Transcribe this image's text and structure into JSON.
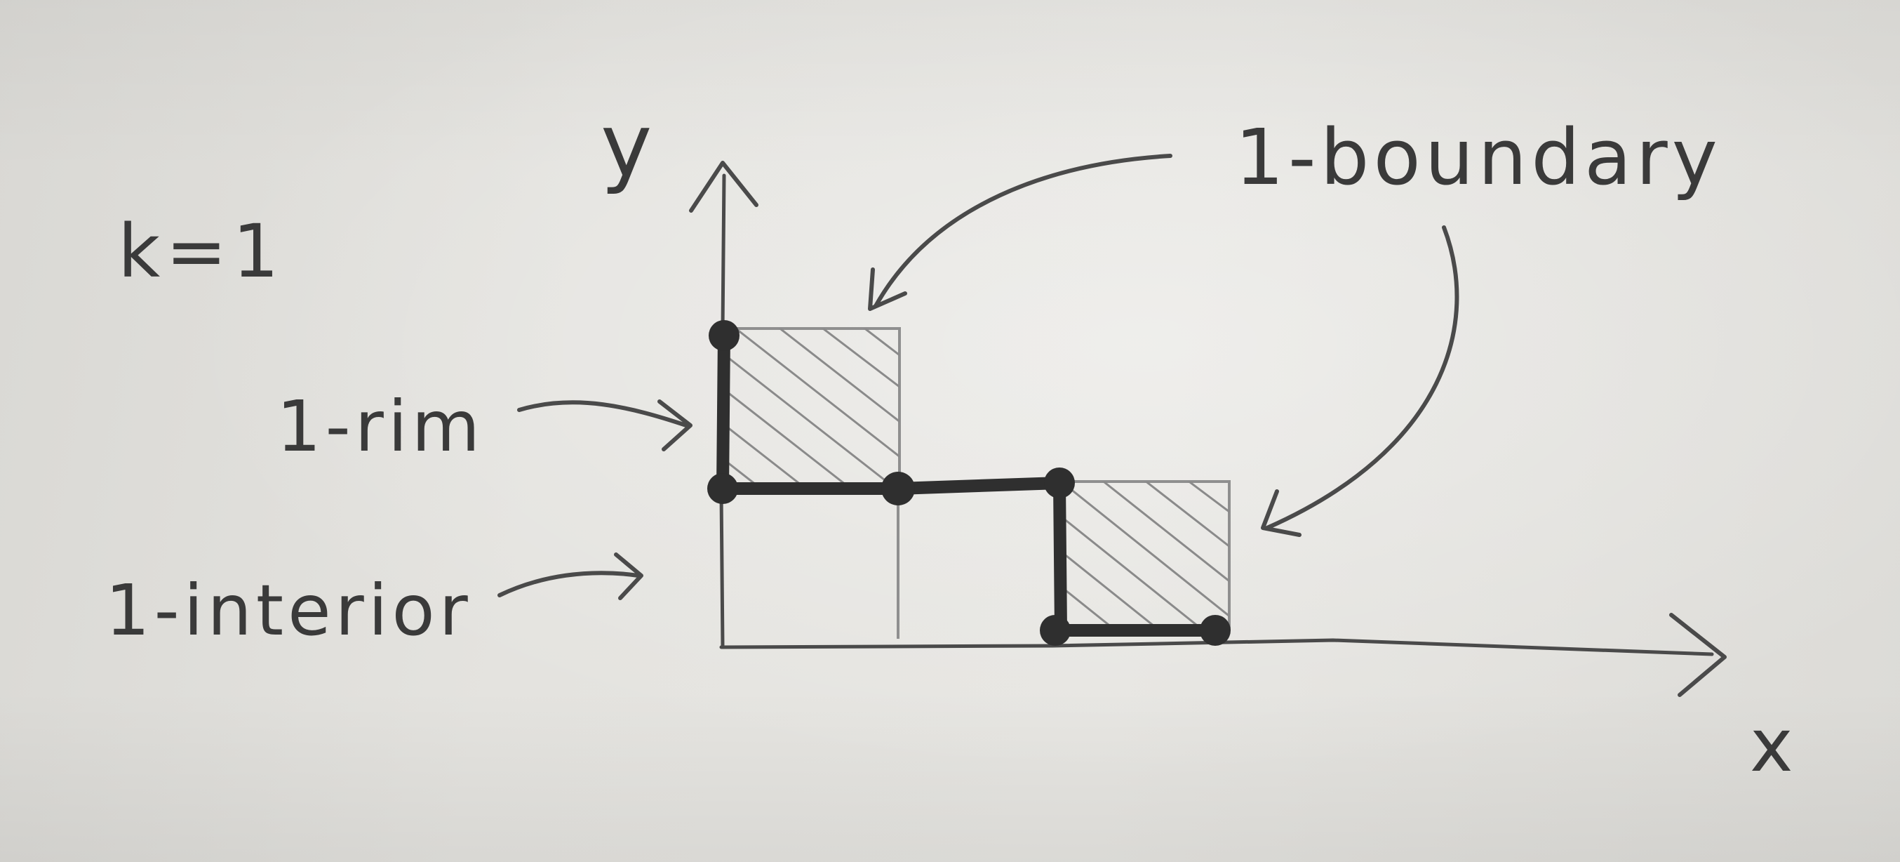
{
  "labels": {
    "k": "k=1",
    "y_axis": "y",
    "x_axis": "x",
    "boundary": "1-boundary",
    "rim": "1-rim",
    "interior": "1-interior"
  },
  "colors": {
    "paper": "#e4e3df",
    "pencil": "#3a3a3a",
    "grid": "#8f8f8f",
    "thick_line": "#2f2f2f"
  }
}
